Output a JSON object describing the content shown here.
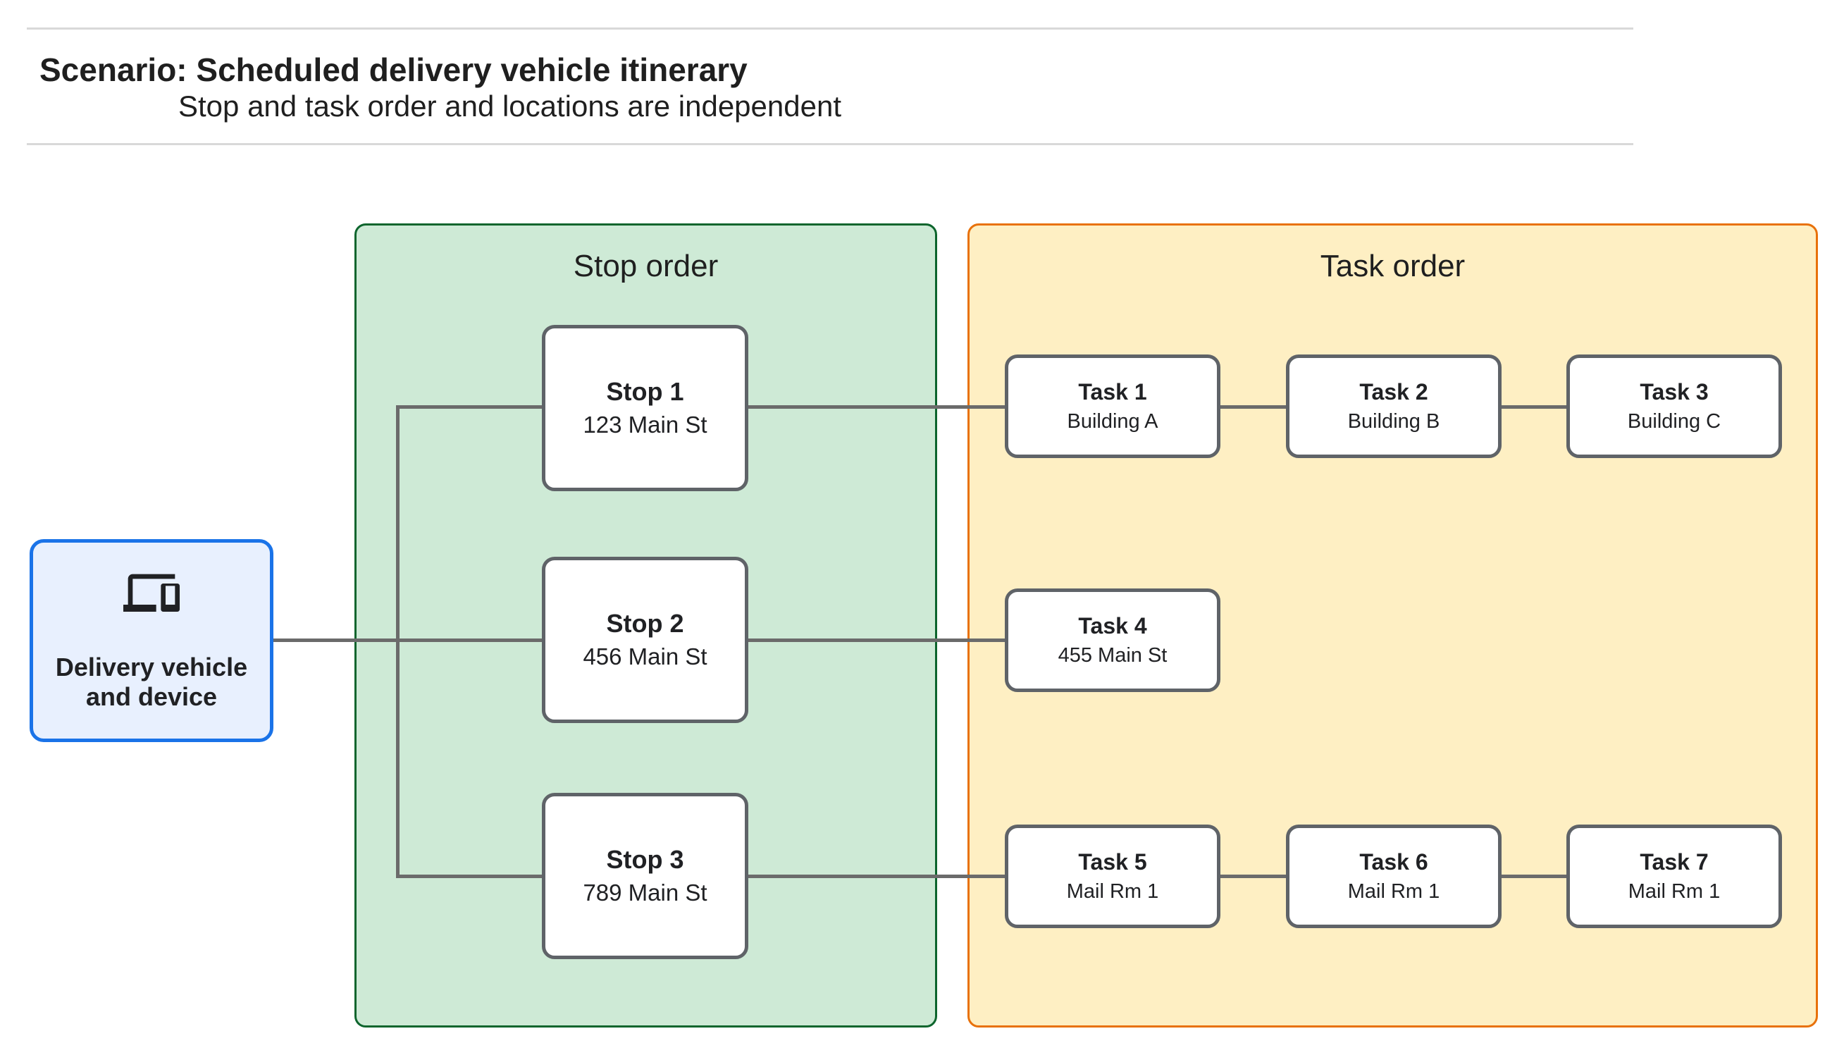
{
  "colors": {
    "green_fill": "#ceead6",
    "green_border": "#0d652d",
    "yellow_fill": "#feefc3",
    "orange_border": "#e8710a",
    "blue_fill": "#e8f0fe",
    "blue_border": "#1a73e8",
    "connector": "#6b6b6b",
    "node_border": "#5f6368",
    "divider": "#d9d9d9",
    "text": "#202124"
  },
  "header": {
    "title": "Scenario: Scheduled delivery vehicle itinerary",
    "subtitle": "Stop and task order and locations are independent"
  },
  "vehicle": {
    "icon": "devices-icon",
    "label_line1": "Delivery vehicle",
    "label_line2": "and device"
  },
  "stop_panel": {
    "title": "Stop order",
    "stops": [
      {
        "title": "Stop 1",
        "location": "123 Main St"
      },
      {
        "title": "Stop 2",
        "location": "456 Main St"
      },
      {
        "title": "Stop 3",
        "location": "789 Main St"
      }
    ]
  },
  "task_panel": {
    "title": "Task order",
    "rows": [
      [
        {
          "title": "Task 1",
          "location": "Building A"
        },
        {
          "title": "Task 2",
          "location": "Building B"
        },
        {
          "title": "Task 3",
          "location": "Building C"
        }
      ],
      [
        {
          "title": "Task 4",
          "location": "455 Main St"
        }
      ],
      [
        {
          "title": "Task 5",
          "location": "Mail Rm 1"
        },
        {
          "title": "Task 6",
          "location": "Mail Rm 1"
        },
        {
          "title": "Task 7",
          "location": "Mail Rm 1"
        }
      ]
    ]
  }
}
